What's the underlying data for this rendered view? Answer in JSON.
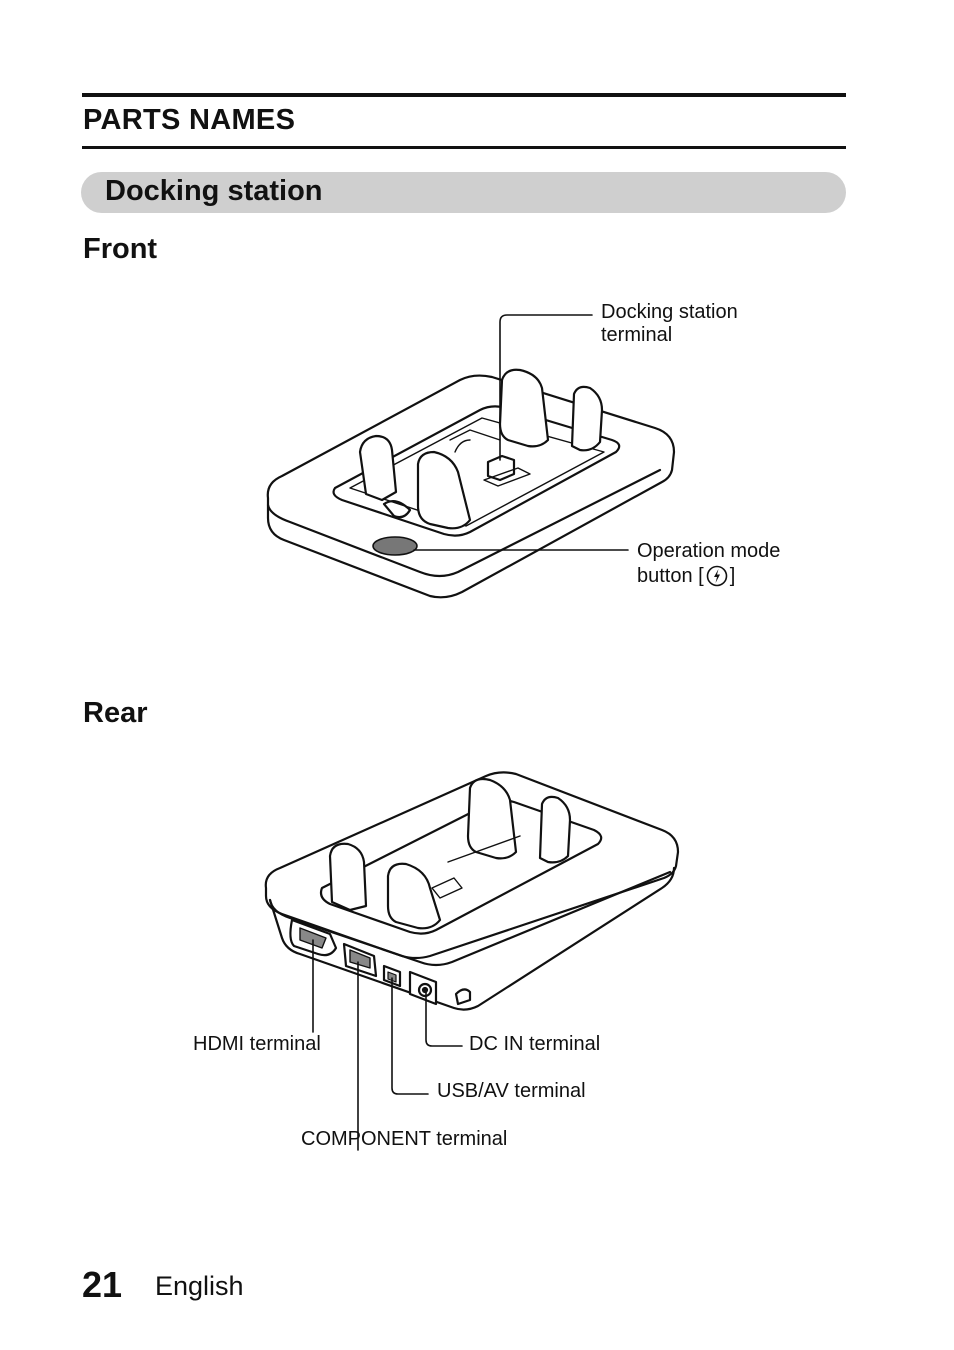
{
  "header": {
    "section_title": "PARTS NAMES",
    "subsection_title": "Docking station"
  },
  "front": {
    "title": "Front",
    "callouts": {
      "docking_terminal_line1": "Docking station",
      "docking_terminal_line2": "terminal",
      "operation_mode_line1": "Operation mode",
      "operation_mode_line2_prefix": "button [",
      "operation_mode_line2_suffix": "]",
      "operation_mode_icon": "lightning-circle-icon"
    }
  },
  "rear": {
    "title": "Rear",
    "callouts": {
      "hdmi": "HDMI terminal",
      "dc_in": "DC IN terminal",
      "usb_av": "USB/AV terminal",
      "component": "COMPONENT terminal"
    }
  },
  "footer": {
    "page_number": "21",
    "language": "English"
  }
}
